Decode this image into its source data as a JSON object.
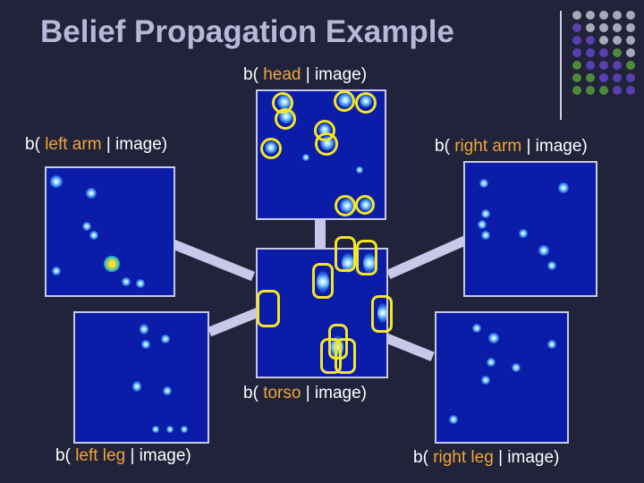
{
  "slide": {
    "title": "Belief Propagation Example"
  },
  "labels": {
    "head": {
      "prefix": "b(",
      "part": "head",
      "suffix": "| image)"
    },
    "left_arm": {
      "prefix": "b(",
      "part": "left arm",
      "suffix": "| image)"
    },
    "right_arm": {
      "prefix": "b(",
      "part": "right arm",
      "suffix": "| image)"
    },
    "torso": {
      "prefix": "b(",
      "part": "torso",
      "suffix": "| image)"
    },
    "left_leg": {
      "prefix": "b(",
      "part": "left leg",
      "suffix": "| image)"
    },
    "right_leg": {
      "prefix": "b(",
      "part": "right leg",
      "suffix": "| image)"
    }
  },
  "colors": {
    "background": "#21233a",
    "title": "#b7b7d9",
    "highlight": "#f0a637",
    "panel": "#0b1ca8",
    "marker": "#f2e627",
    "decor_gray": "#a8a8b8",
    "decor_purple": "#5a3fb0",
    "decor_green": "#4f8a3a"
  }
}
